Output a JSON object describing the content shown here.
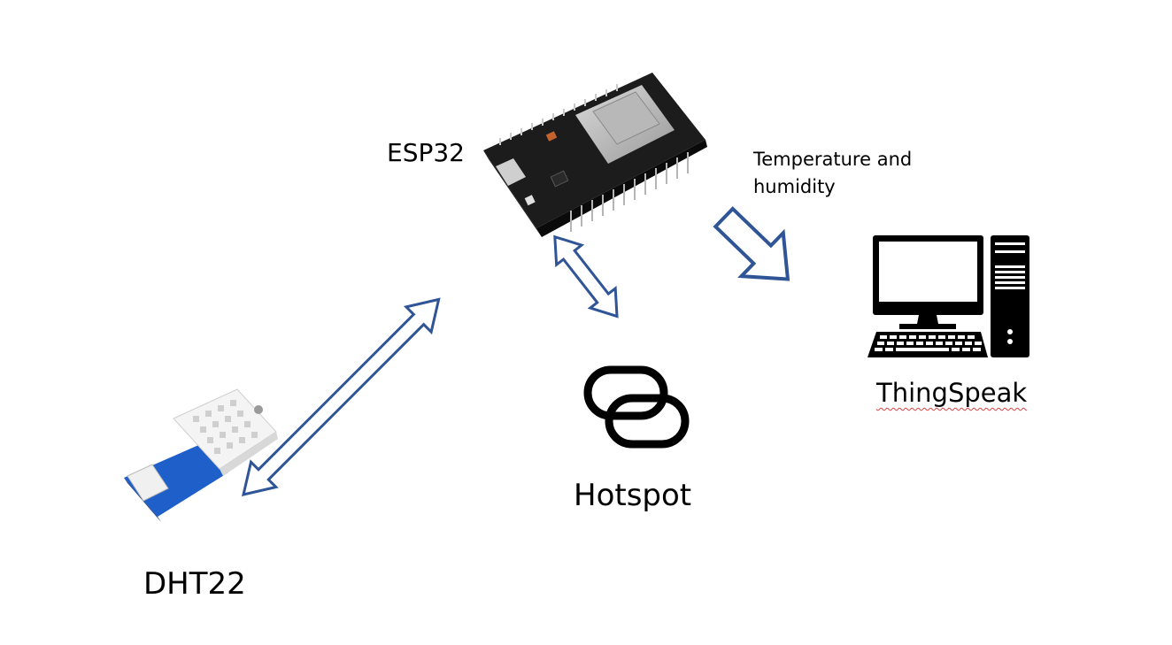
{
  "labels": {
    "esp32": "ESP32",
    "flow": "Temperature and humidity",
    "thingspeak": "ThingSpeak",
    "hotspot": "Hotspot",
    "dht22": "DHT22"
  },
  "colors": {
    "arrow": "#2f5597",
    "board": "#1c1c1c",
    "sensor_pcb": "#1e5fc9",
    "sensor_body": "#f4f4f4",
    "computer": "#000000"
  },
  "icons": {
    "esp32": "esp32-board-icon",
    "dht22": "dht22-sensor-icon",
    "hotspot": "chain-link-icon",
    "thingspeak": "desktop-computer-icon"
  }
}
